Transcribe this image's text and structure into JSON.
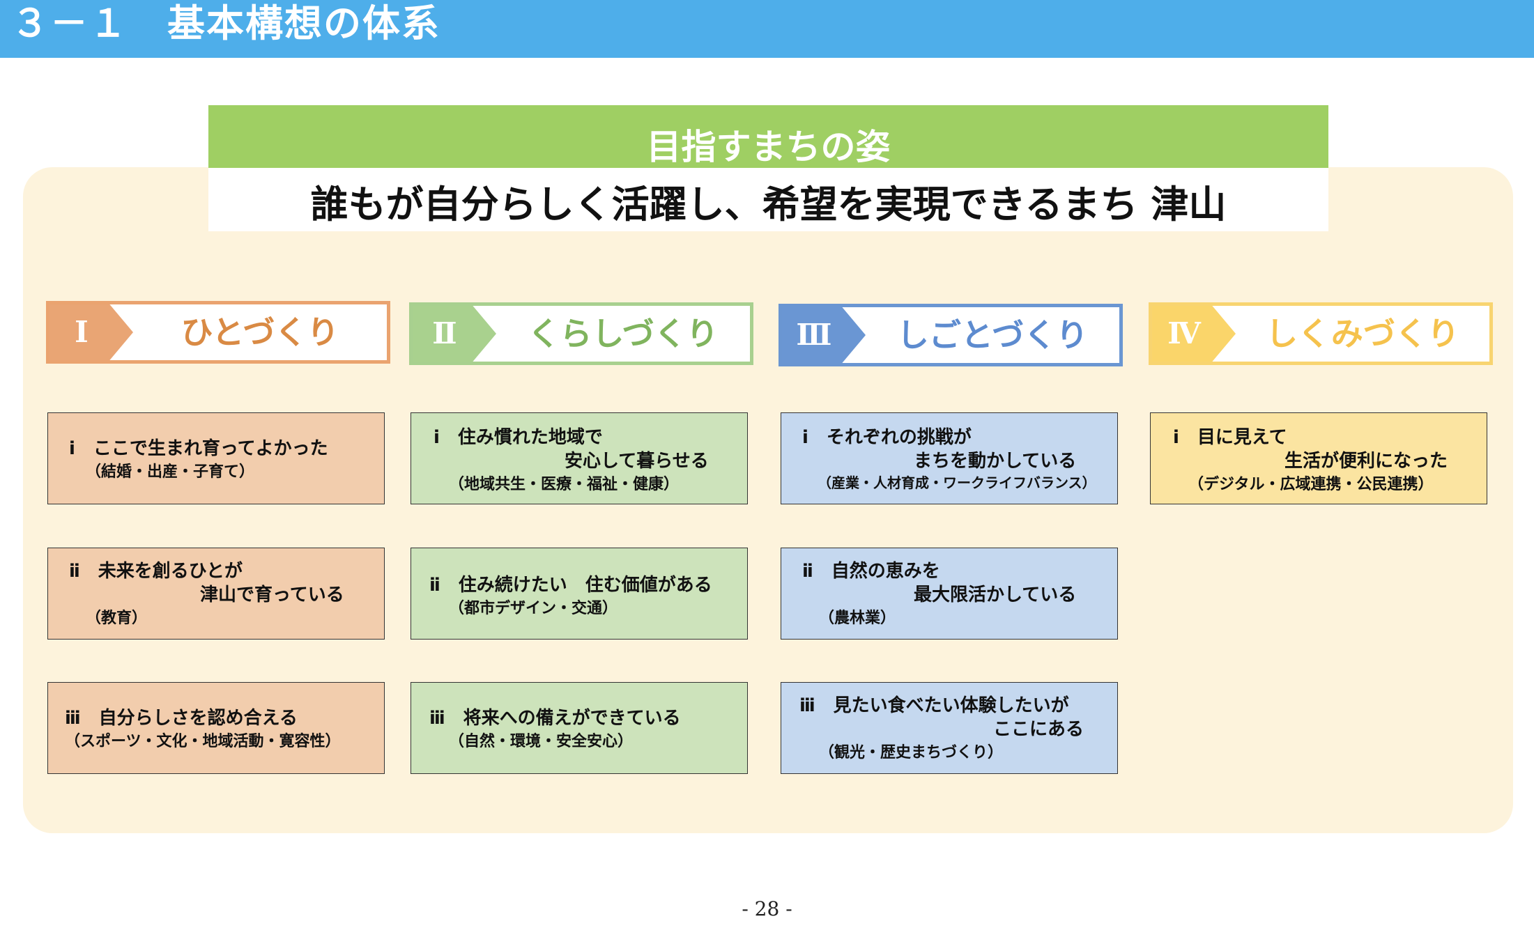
{
  "header": {
    "title": "３－１　基本構想の体系"
  },
  "vision": {
    "label": "目指すまちの姿",
    "text": "誰もが自分らしく活躍し、希望を実現できるまち 津山"
  },
  "pillars": [
    {
      "num": "Ⅰ",
      "label": "ひとづくり",
      "color": "#e9a574"
    },
    {
      "num": "Ⅱ",
      "label": "くらしづくり",
      "color": "#a9d18e"
    },
    {
      "num": "Ⅲ",
      "label": "しごとづくり",
      "color": "#6a96d3"
    },
    {
      "num": "Ⅳ",
      "label": "しくみづくり",
      "color": "#fad56a"
    }
  ],
  "goals": {
    "c1": [
      {
        "l1": "ⅰ　ここで生まれ育ってよかった",
        "l2": "",
        "sub": "（結婚・出産・子育て）"
      },
      {
        "l1": "ⅱ　未来を創るひとが",
        "l2": "津山で育っている",
        "sub": "（教育）"
      },
      {
        "l1": "ⅲ　自分らしさを認め合える",
        "l2": "",
        "sub": "（スポーツ・文化・地域活動・寛容性）"
      }
    ],
    "c2": [
      {
        "l1": "ⅰ　住み慣れた地域で",
        "l2": "安心して暮らせる",
        "sub": "（地域共生・医療・福祉・健康）"
      },
      {
        "l1": "ⅱ　住み続けたい　住む価値がある",
        "l2": "",
        "sub": "（都市デザイン・交通）"
      },
      {
        "l1": "ⅲ　将来への備えができている",
        "l2": "",
        "sub": "（自然・環境・安全安心）"
      }
    ],
    "c3": [
      {
        "l1": "ⅰ　それぞれの挑戦が",
        "l2": "まちを動かしている",
        "sub": "（産業・人材育成・ワークライフバランス）"
      },
      {
        "l1": "ⅱ　自然の恵みを",
        "l2": "最大限活かしている",
        "sub": "（農林業）"
      },
      {
        "l1": "ⅲ　見たい食べたい体験したいが",
        "l2": "ここにある",
        "sub": "（観光・歴史まちづくり）"
      }
    ],
    "c4": [
      {
        "l1": "ⅰ　目に見えて",
        "l2": "生活が便利になった",
        "sub": "（デジタル・広域連携・公民連携）"
      }
    ]
  },
  "footer": {
    "page": "- 28 -"
  }
}
